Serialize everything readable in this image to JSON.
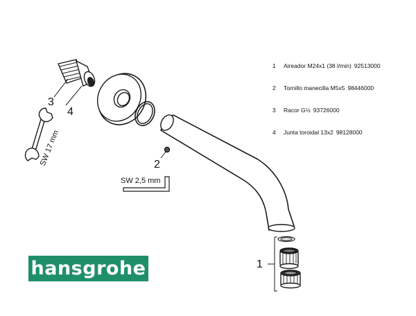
{
  "callouts": {
    "c1": "1",
    "c2": "2",
    "c3": "3",
    "c4": "4",
    "wrench_size": "SW 17 mm",
    "hex_key_size": "SW 2,5 mm"
  },
  "parts_list": [
    {
      "num": "1",
      "desc": "Aireador M24x1 (38 l/min)",
      "code": "92513000"
    },
    {
      "num": "2",
      "desc": "Tornillo manecilla M5x5",
      "code": "98446000"
    },
    {
      "num": "3",
      "desc": "Racor G½",
      "code": "93726000"
    },
    {
      "num": "4",
      "desc": "Junta toroidal 13x2",
      "code": "98128000"
    }
  ],
  "brand": {
    "logo_text": "hansgrohe",
    "logo_color": "#1f8f6a"
  }
}
